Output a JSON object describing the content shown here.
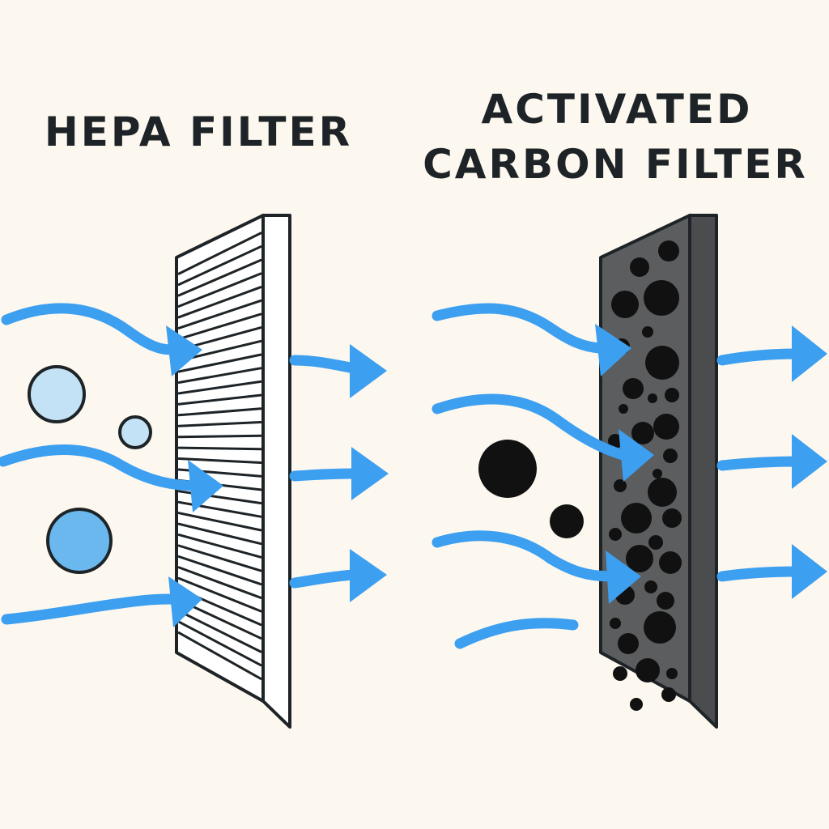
{
  "titles": {
    "hepa": "HEPA FILTER",
    "carbon_line1": "ACTIVATED",
    "carbon_line2": "CARBON FILTER"
  },
  "colors": {
    "background": "#fcf8ef",
    "airflow": "#3d9ff0",
    "outline": "#1d2326",
    "carbon": "#5b5d5e",
    "particle_light": "#c4e2f6",
    "particle_blue": "#6ab8ee",
    "odor_particle": "#111111"
  },
  "icons": [
    "hepa-filter-panel",
    "carbon-filter-panel",
    "airflow-arrow",
    "particle",
    "odor-molecule"
  ]
}
